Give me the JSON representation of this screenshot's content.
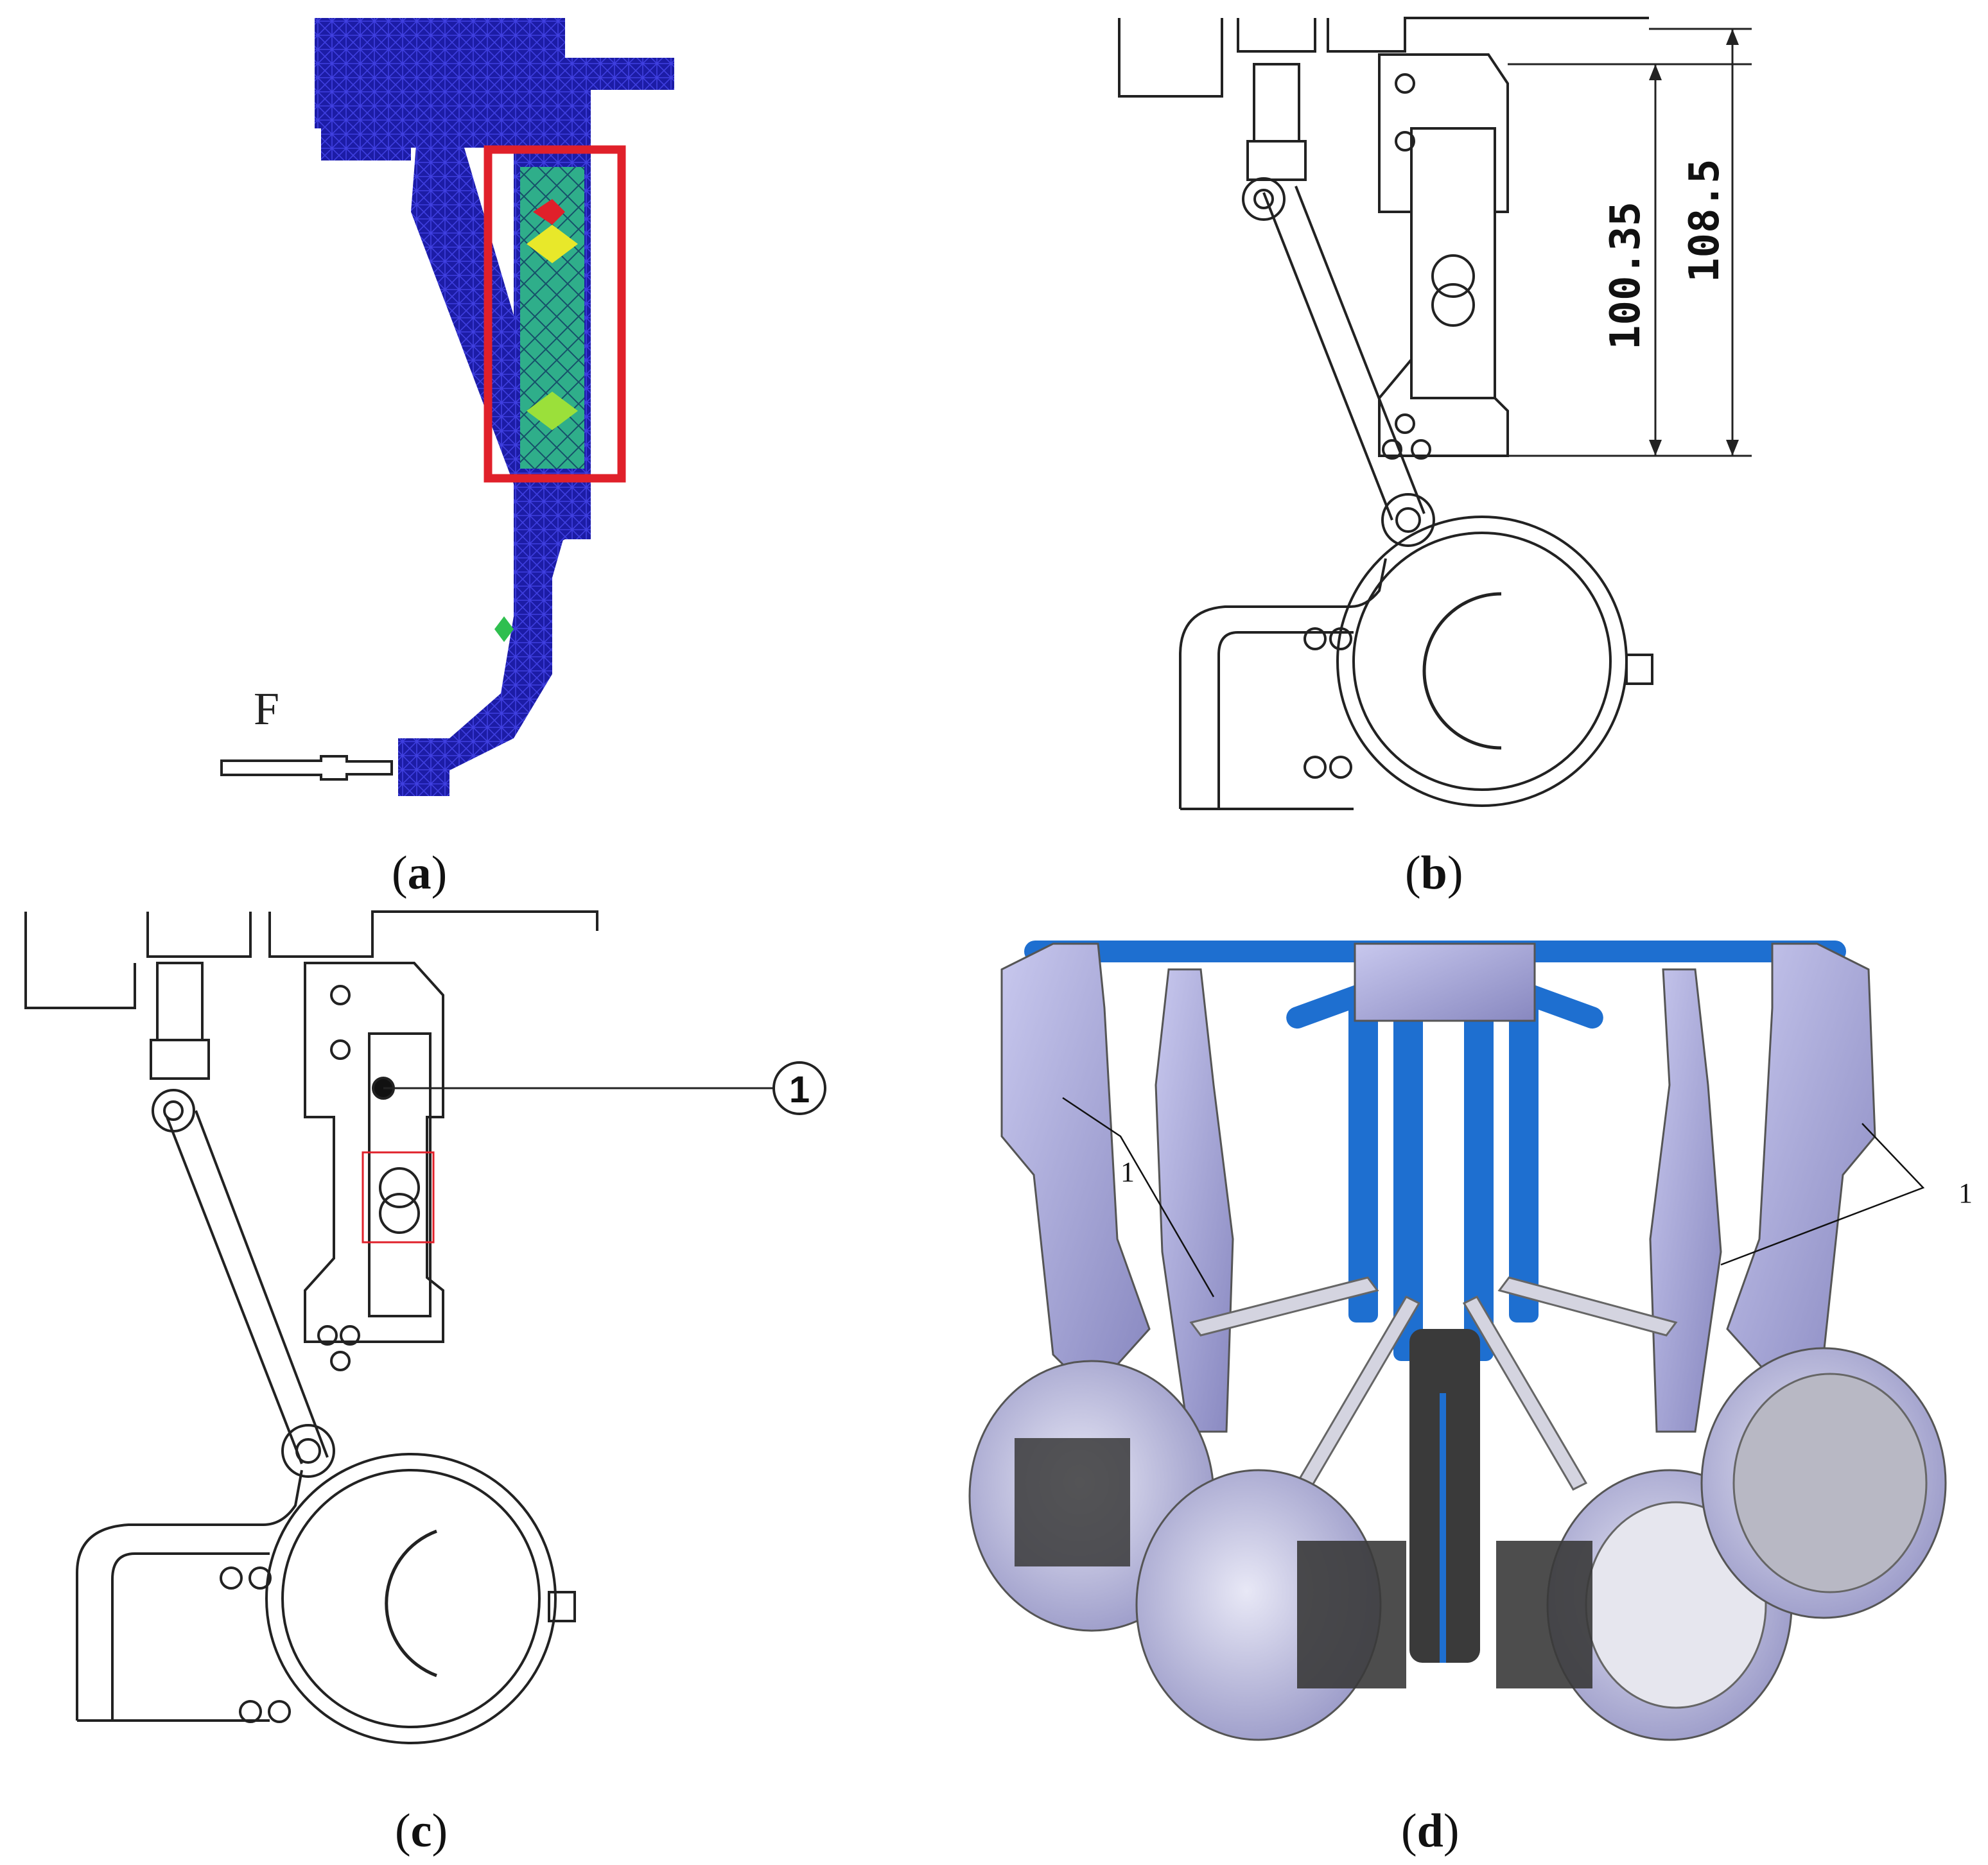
{
  "panels": {
    "a": {
      "caption_open": "(",
      "caption_letter": "a",
      "caption_close": ")",
      "force_label": "F"
    },
    "b": {
      "caption_open": "(",
      "caption_letter": "b",
      "caption_close": ")",
      "dim_inner": "100.35",
      "dim_outer": "108.5"
    },
    "c": {
      "caption_open": "(",
      "caption_letter": "c",
      "caption_close": ")",
      "callout": "1"
    },
    "d": {
      "caption_open": "(",
      "caption_letter": "d",
      "caption_close": ")",
      "callout_left": "1",
      "callout_right": "1"
    }
  },
  "colors": {
    "mesh_blue": "#1a1aa8",
    "mesh_highlight_green": "#2fbf4f",
    "mesh_highlight_yellow": "#e8e82a",
    "mesh_highlight_cyan": "#35c9d6",
    "highlight_box": "#e0202a",
    "cad_metal": "#a6a6d6",
    "cad_rod_blue": "#1e6fd0",
    "cad_dark": "#3a3a3a"
  }
}
